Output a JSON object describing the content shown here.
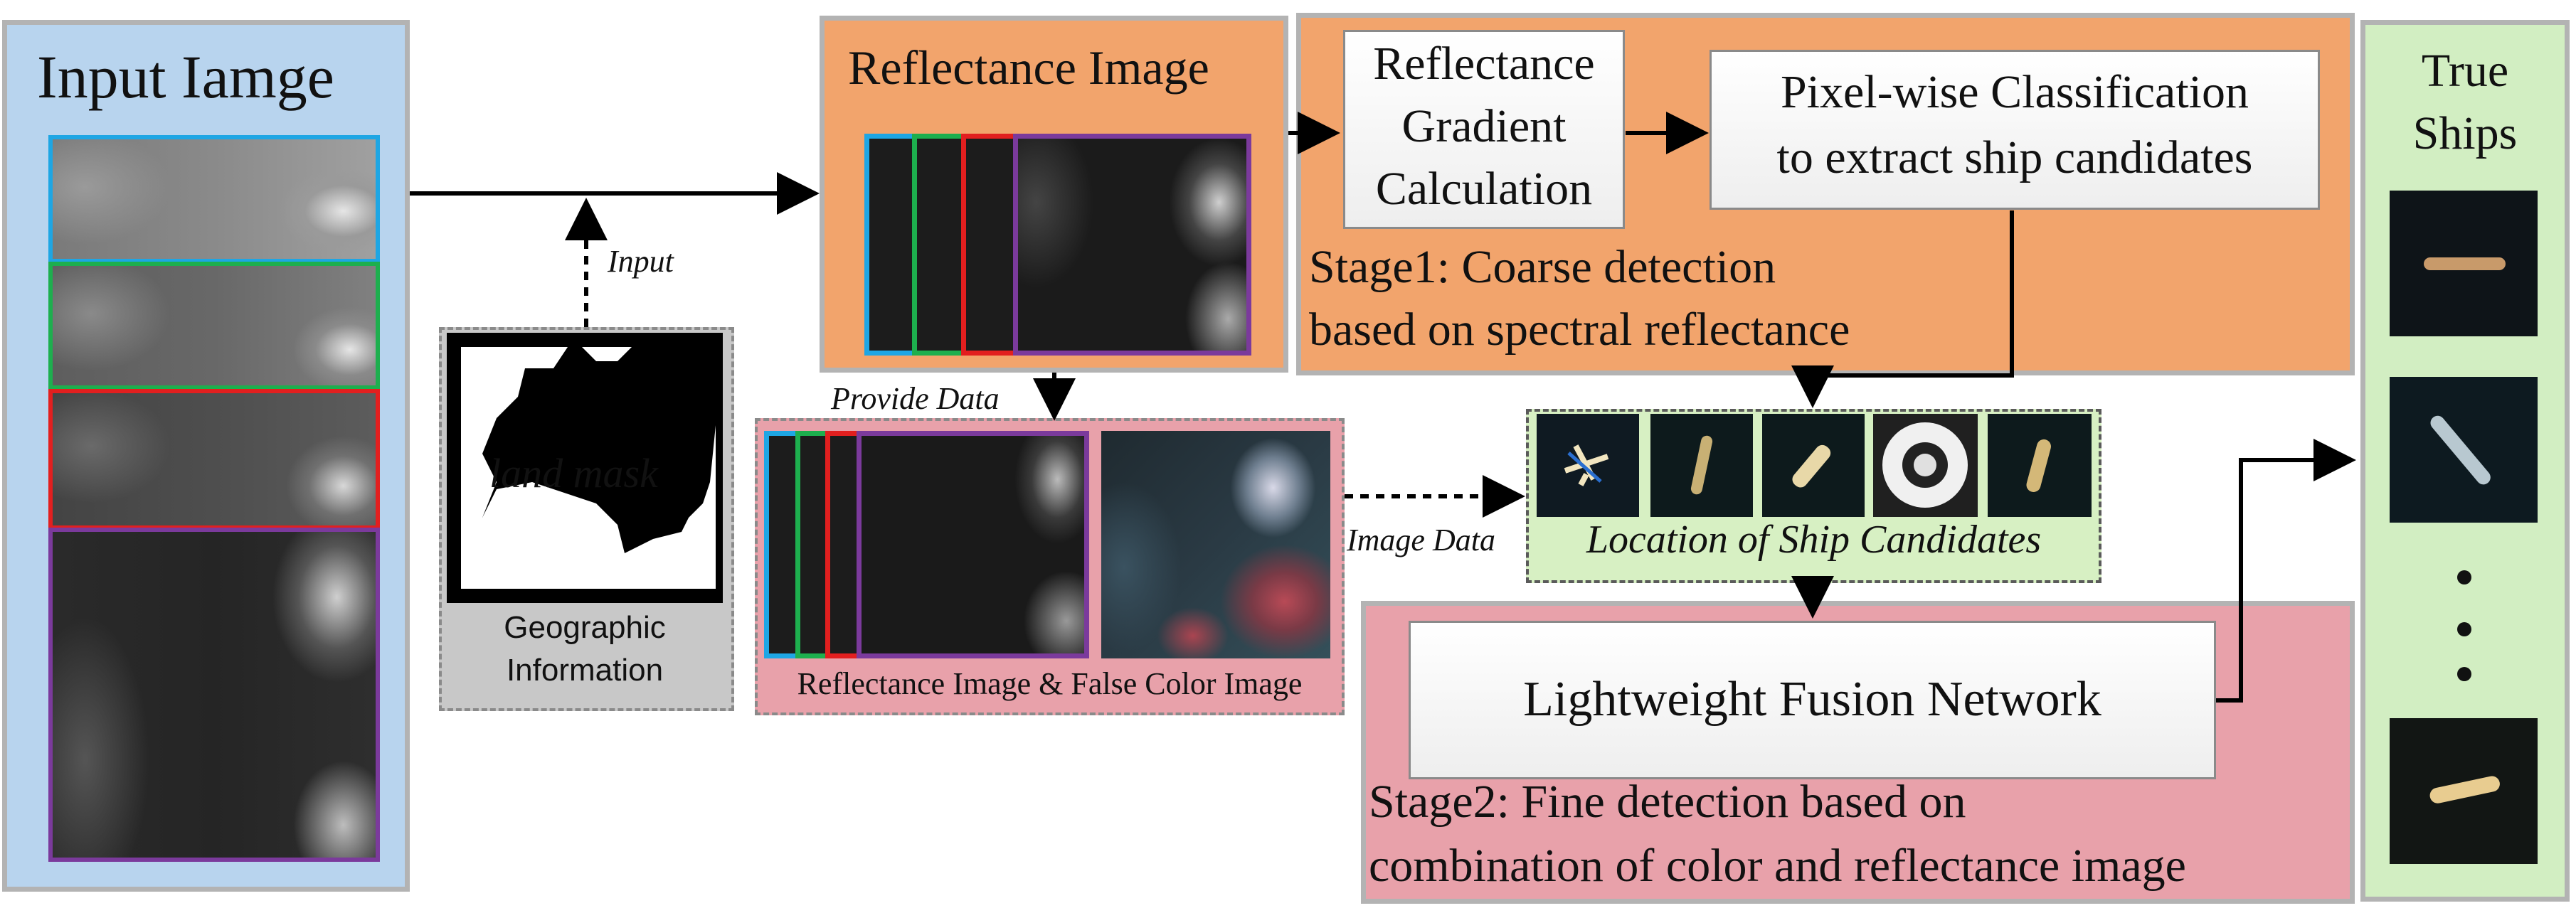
{
  "input_panel": {
    "title": "Input Iamge"
  },
  "geo_panel": {
    "mask_label": "land mask",
    "caption_line1": "Geographic",
    "caption_line2": "Information",
    "arrow_label": "Input"
  },
  "reflectance_panel": {
    "title": "Reflectance Image"
  },
  "stage1": {
    "gradient_line1": "Reflectance",
    "gradient_line2": "Gradient",
    "gradient_line3": "Calculation",
    "classify_line1": "Pixel-wise Classification",
    "classify_line2": "to extract ship candidates",
    "label_line1": "Stage1: Coarse detection",
    "label_line2": "based on spectral reflectance"
  },
  "data_panel": {
    "provide_label": "Provide Data",
    "caption": "Reflectance Image & False Color Image",
    "image_data_label": "Image Data"
  },
  "candidates": {
    "caption": "Location of Ship Candidates"
  },
  "stage2": {
    "network": "Lightweight Fusion Network",
    "label_line1": "Stage2: Fine detection based on",
    "label_line2": "combination of color and reflectance image"
  },
  "true_ships": {
    "title_line1": "True",
    "title_line2": "Ships"
  },
  "colors": {
    "blue_band": "#1ea6e4",
    "green_band": "#1daf4e",
    "red_band": "#e21f1f",
    "purple_band": "#7b3a9c",
    "input_bg": "#b8d4ee",
    "stage1_bg": "#f2a46c",
    "stage2_bg": "#e8a1aa",
    "candidates_bg": "#d7f0c3",
    "ships_bg": "#d2eec2"
  },
  "icons": [
    "arrow-right-icon",
    "dashed-arrow-icon",
    "ellipsis-icon"
  ]
}
